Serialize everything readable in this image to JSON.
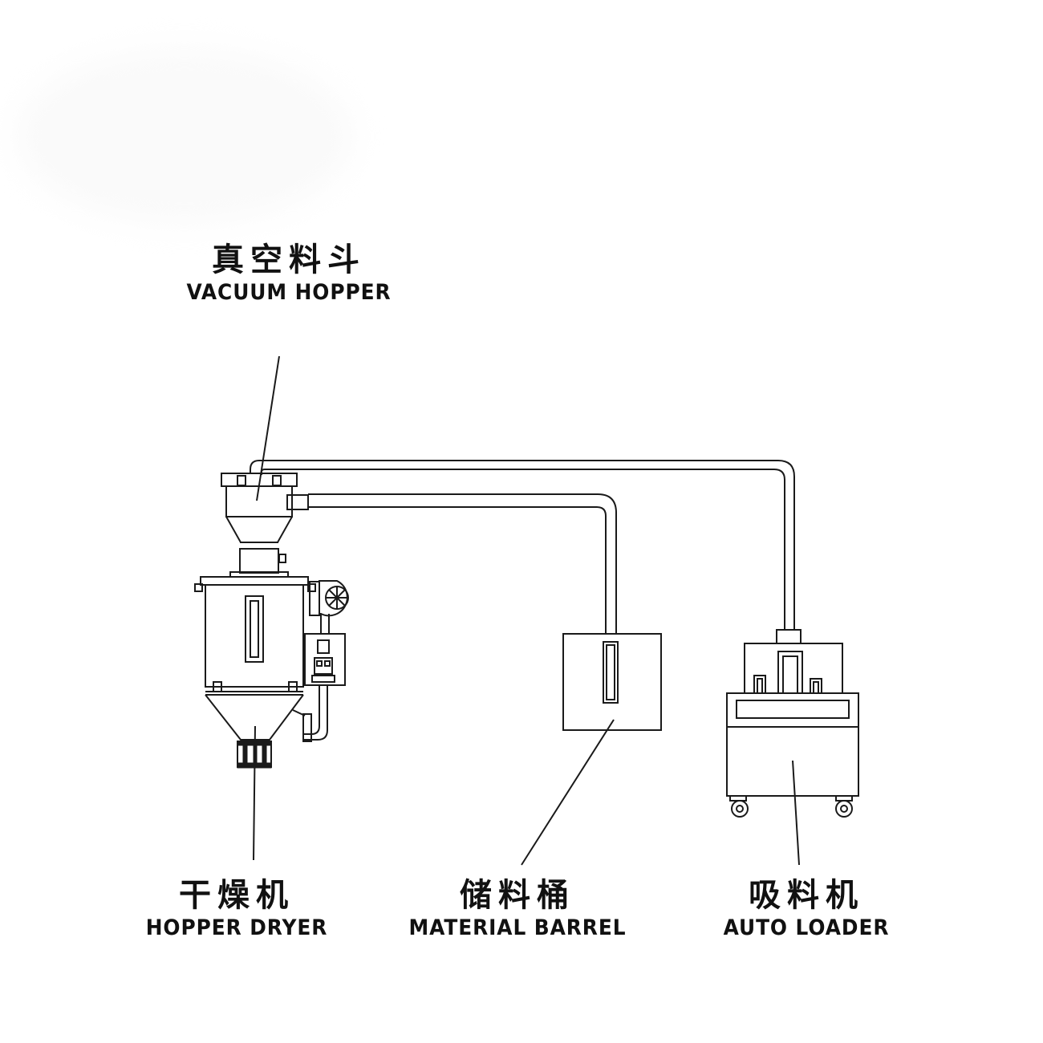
{
  "labels": {
    "vacuum_hopper": {
      "cn": "真空料斗",
      "en": "VACUUM HOPPER"
    },
    "hopper_dryer": {
      "cn": "干燥机",
      "en": "HOPPER DRYER"
    },
    "material_barrel": {
      "cn": "储料桶",
      "en": "MATERIAL BARREL"
    },
    "auto_loader": {
      "cn": "吸料机",
      "en": "AUTO LOADER"
    }
  },
  "colors": {
    "line": "#1a1a1a",
    "background": "#ffffff"
  }
}
